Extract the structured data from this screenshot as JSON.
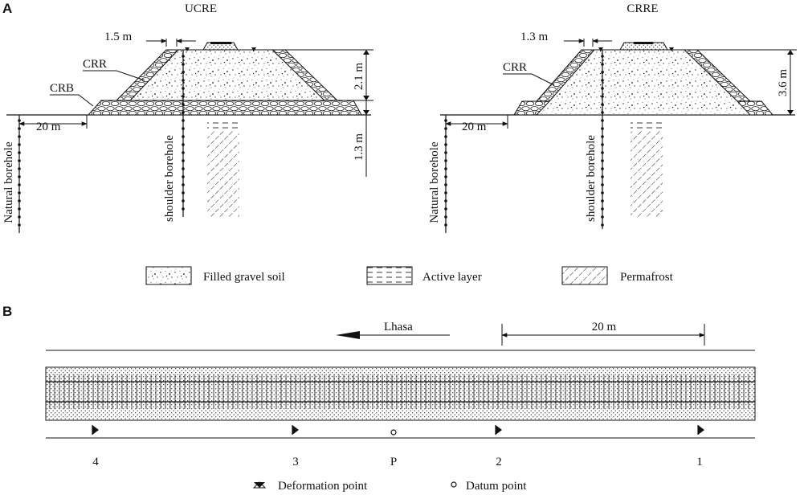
{
  "panels": {
    "a": "A",
    "b": "B"
  },
  "left": {
    "title": "UCRE",
    "top_width": "1.5 m",
    "height": "2.1 m",
    "depth": "1.3 m",
    "offset": "20 m",
    "crr": "CRR",
    "crb": "CRB",
    "natural_borehole": "Natural borehole",
    "shoulder_borehole": "shoulder borehole"
  },
  "right": {
    "title": "CRRE",
    "top_width": "1.3 m",
    "height": "3.6 m",
    "offset": "20 m",
    "crr": "CRR",
    "natural_borehole": "Natural borehole",
    "shoulder_borehole": "shoulder borehole"
  },
  "legend": {
    "gravel": "Filled gravel soil",
    "active": "Active layer",
    "permafrost": "Permafrost"
  },
  "plan": {
    "direction": "Lhasa",
    "spacing": "20 m",
    "points": [
      "4",
      "3",
      "P",
      "2",
      "1"
    ],
    "legend_deformation": "Deformation point",
    "legend_datum": "Datum point"
  }
}
